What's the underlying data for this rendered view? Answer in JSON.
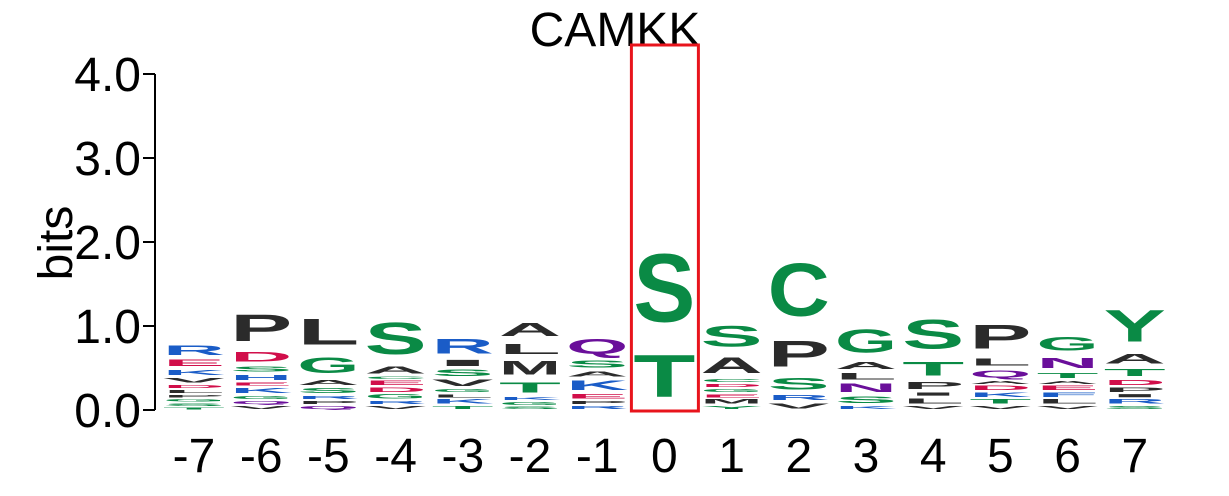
{
  "chart_data": {
    "type": "sequence-logo",
    "title": "CAMKK",
    "ylabel": "bits",
    "xlabel": "",
    "ylim": [
      0,
      4
    ],
    "yticks": [
      "0.0",
      "1.0",
      "2.0",
      "3.0",
      "4.0"
    ],
    "ytick_values": [
      0,
      1,
      2,
      3,
      4
    ],
    "highlight_position": "0",
    "highlight_color": "#e8141c",
    "colors": {
      "green": "#0a8a45",
      "blue": "#1a5cc7",
      "red": "#d10e4a",
      "purple": "#6a0f9a",
      "black": "#2b2b2b"
    },
    "positions": [
      {
        "label": "-7",
        "letters": [
          {
            "c": "T",
            "h": 0.04,
            "color": "green"
          },
          {
            "c": "S",
            "h": 0.05,
            "color": "green"
          },
          {
            "c": "G",
            "h": 0.05,
            "color": "green"
          },
          {
            "c": "P",
            "h": 0.05,
            "color": "black"
          },
          {
            "c": "L",
            "h": 0.06,
            "color": "black"
          },
          {
            "c": "D",
            "h": 0.06,
            "color": "red"
          },
          {
            "c": "V",
            "h": 0.09,
            "color": "black"
          },
          {
            "c": "K",
            "h": 0.1,
            "color": "blue"
          },
          {
            "c": "E",
            "h": 0.12,
            "color": "red"
          },
          {
            "c": "R",
            "h": 0.18,
            "color": "blue"
          }
        ]
      },
      {
        "label": "-6",
        "letters": [
          {
            "c": "V",
            "h": 0.06,
            "color": "black"
          },
          {
            "c": "Q",
            "h": 0.06,
            "color": "purple"
          },
          {
            "c": "G",
            "h": 0.06,
            "color": "green"
          },
          {
            "c": "K",
            "h": 0.1,
            "color": "blue"
          },
          {
            "c": "E",
            "h": 0.06,
            "color": "red"
          },
          {
            "c": "H",
            "h": 0.1,
            "color": "blue"
          },
          {
            "c": "S",
            "h": 0.1,
            "color": "green"
          },
          {
            "c": "D",
            "h": 0.18,
            "color": "red"
          },
          {
            "c": "P",
            "h": 0.51,
            "color": "black"
          }
        ]
      },
      {
        "label": "-5",
        "letters": [
          {
            "c": "Q",
            "h": 0.06,
            "color": "purple"
          },
          {
            "c": "P",
            "h": 0.06,
            "color": "black"
          },
          {
            "c": "R",
            "h": 0.06,
            "color": "blue"
          },
          {
            "c": "S",
            "h": 0.1,
            "color": "green"
          },
          {
            "c": "A",
            "h": 0.1,
            "color": "black"
          },
          {
            "c": "G",
            "h": 0.3,
            "color": "green"
          },
          {
            "c": "L",
            "h": 0.5,
            "color": "black"
          }
        ]
      },
      {
        "label": "-4",
        "letters": [
          {
            "c": "V",
            "h": 0.06,
            "color": "black"
          },
          {
            "c": "R",
            "h": 0.06,
            "color": "blue"
          },
          {
            "c": "G",
            "h": 0.08,
            "color": "green"
          },
          {
            "c": "D",
            "h": 0.08,
            "color": "red"
          },
          {
            "c": "E",
            "h": 0.08,
            "color": "red"
          },
          {
            "c": "C",
            "h": 0.05,
            "color": "green"
          },
          {
            "c": "A",
            "h": 0.14,
            "color": "black"
          },
          {
            "c": "S",
            "h": 0.6,
            "color": "green"
          }
        ]
      },
      {
        "label": "-3",
        "letters": [
          {
            "c": "T",
            "h": 0.06,
            "color": "green"
          },
          {
            "c": "K",
            "h": 0.08,
            "color": "blue"
          },
          {
            "c": "L",
            "h": 0.06,
            "color": "black"
          },
          {
            "c": "G",
            "h": 0.06,
            "color": "green"
          },
          {
            "c": "V",
            "h": 0.12,
            "color": "black"
          },
          {
            "c": "S",
            "h": 0.12,
            "color": "green"
          },
          {
            "c": "I",
            "h": 0.12,
            "color": "black"
          },
          {
            "c": "R",
            "h": 0.28,
            "color": "blue"
          }
        ]
      },
      {
        "label": "-2",
        "letters": [
          {
            "c": "S",
            "h": 0.05,
            "color": "green"
          },
          {
            "c": "G",
            "h": 0.06,
            "color": "green"
          },
          {
            "c": "K",
            "h": 0.06,
            "color": "blue"
          },
          {
            "c": "T",
            "h": 0.2,
            "color": "green"
          },
          {
            "c": "M",
            "h": 0.26,
            "color": "black"
          },
          {
            "c": "L",
            "h": 0.2,
            "color": "black"
          },
          {
            "c": "A",
            "h": 0.25,
            "color": "black"
          }
        ]
      },
      {
        "label": "-1",
        "letters": [
          {
            "c": "R",
            "h": 0.06,
            "color": "blue"
          },
          {
            "c": "P",
            "h": 0.06,
            "color": "black"
          },
          {
            "c": "E",
            "h": 0.08,
            "color": "red"
          },
          {
            "c": "K",
            "h": 0.18,
            "color": "blue"
          },
          {
            "c": "A",
            "h": 0.1,
            "color": "black"
          },
          {
            "c": "S",
            "h": 0.14,
            "color": "green"
          },
          {
            "c": "Q",
            "h": 0.28,
            "color": "purple"
          }
        ]
      },
      {
        "label": "0",
        "letters": [
          {
            "c": "T",
            "h": 0.8,
            "color": "green"
          },
          {
            "c": "S",
            "h": 1.3,
            "color": "green"
          }
        ]
      },
      {
        "label": "1",
        "letters": [
          {
            "c": "Y",
            "h": 0.06,
            "color": "green"
          },
          {
            "c": "M",
            "h": 0.08,
            "color": "black"
          },
          {
            "c": "E",
            "h": 0.06,
            "color": "red"
          },
          {
            "c": "G",
            "h": 0.06,
            "color": "green"
          },
          {
            "c": "D",
            "h": 0.06,
            "color": "red"
          },
          {
            "c": "C",
            "h": 0.06,
            "color": "green"
          },
          {
            "c": "A",
            "h": 0.3,
            "color": "black"
          },
          {
            "c": "S",
            "h": 0.4,
            "color": "green"
          }
        ]
      },
      {
        "label": "2",
        "letters": [
          {
            "c": "V",
            "h": 0.1,
            "color": "black"
          },
          {
            "c": "R",
            "h": 0.1,
            "color": "blue"
          },
          {
            "c": "S",
            "h": 0.22,
            "color": "green"
          },
          {
            "c": "P",
            "h": 0.5,
            "color": "black"
          },
          {
            "c": "C",
            "h": 1.0,
            "color": "green"
          }
        ]
      },
      {
        "label": "3",
        "letters": [
          {
            "c": "K",
            "h": 0.06,
            "color": "blue"
          },
          {
            "c": "S",
            "h": 0.12,
            "color": "green"
          },
          {
            "c": "N",
            "h": 0.16,
            "color": "purple"
          },
          {
            "c": "L",
            "h": 0.12,
            "color": "black"
          },
          {
            "c": "A",
            "h": 0.14,
            "color": "black"
          },
          {
            "c": "G",
            "h": 0.44,
            "color": "green"
          }
        ]
      },
      {
        "label": "4",
        "letters": [
          {
            "c": "V",
            "h": 0.06,
            "color": "black"
          },
          {
            "c": "L",
            "h": 0.1,
            "color": "black"
          },
          {
            "c": "I",
            "h": 0.06,
            "color": "black"
          },
          {
            "c": "P",
            "h": 0.14,
            "color": "black"
          },
          {
            "c": "T",
            "h": 0.26,
            "color": "green"
          },
          {
            "c": "S",
            "h": 0.56,
            "color": "green"
          }
        ]
      },
      {
        "label": "5",
        "letters": [
          {
            "c": "V",
            "h": 0.06,
            "color": "black"
          },
          {
            "c": "T",
            "h": 0.08,
            "color": "green"
          },
          {
            "c": "K",
            "h": 0.08,
            "color": "blue"
          },
          {
            "c": "D",
            "h": 0.08,
            "color": "red"
          },
          {
            "c": "A",
            "h": 0.06,
            "color": "black"
          },
          {
            "c": "Q",
            "h": 0.14,
            "color": "purple"
          },
          {
            "c": "L",
            "h": 0.14,
            "color": "black"
          },
          {
            "c": "P",
            "h": 0.46,
            "color": "black"
          }
        ]
      },
      {
        "label": "6",
        "letters": [
          {
            "c": "V",
            "h": 0.06,
            "color": "black"
          },
          {
            "c": "L",
            "h": 0.08,
            "color": "black"
          },
          {
            "c": "F",
            "h": 0.08,
            "color": "blue"
          },
          {
            "c": "E",
            "h": 0.08,
            "color": "red"
          },
          {
            "c": "A",
            "h": 0.06,
            "color": "black"
          },
          {
            "c": "T",
            "h": 0.1,
            "color": "green"
          },
          {
            "c": "N",
            "h": 0.2,
            "color": "purple"
          },
          {
            "c": "G",
            "h": 0.26,
            "color": "green"
          }
        ]
      },
      {
        "label": "7",
        "letters": [
          {
            "c": "S",
            "h": 0.06,
            "color": "green"
          },
          {
            "c": "R",
            "h": 0.08,
            "color": "blue"
          },
          {
            "c": "I",
            "h": 0.06,
            "color": "black"
          },
          {
            "c": "P",
            "h": 0.08,
            "color": "black"
          },
          {
            "c": "D",
            "h": 0.1,
            "color": "red"
          },
          {
            "c": "T",
            "h": 0.14,
            "color": "green"
          },
          {
            "c": "A",
            "h": 0.18,
            "color": "black"
          },
          {
            "c": "Y",
            "h": 0.6,
            "color": "green"
          }
        ]
      }
    ]
  }
}
